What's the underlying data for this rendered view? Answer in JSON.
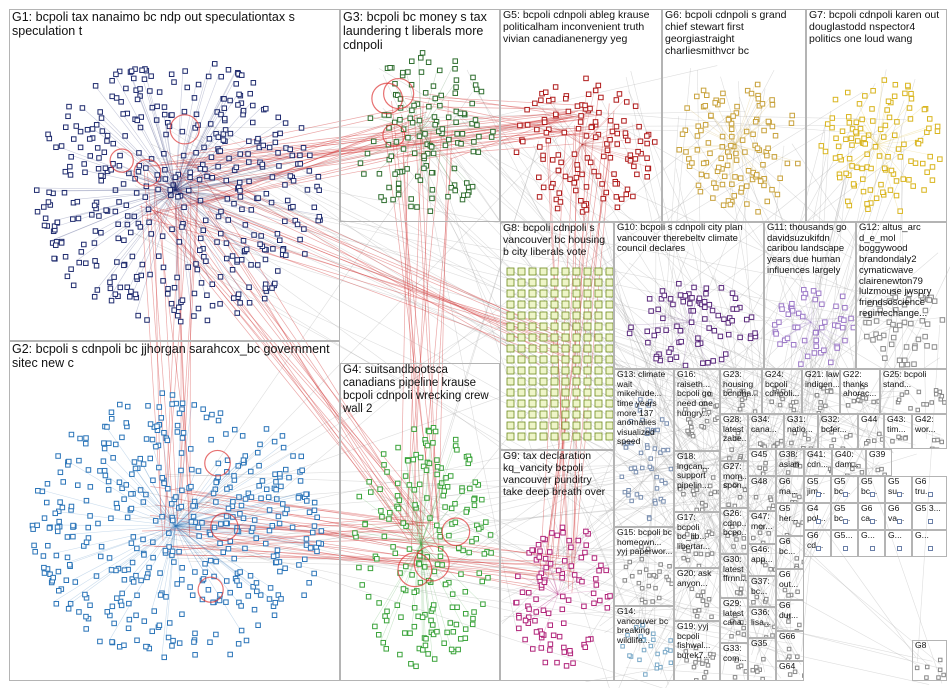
{
  "graph": {
    "groups": [
      {
        "id": "G1",
        "label": "G1: bcpoli tax nanaimo bc ndp out speculationtax s speculation t",
        "color": "#1f2b6e"
      },
      {
        "id": "G2",
        "label": "G2: bcpoli s cdnpoli bc jjhorgan sarahcox_bc government sitec new c",
        "color": "#2a74b8"
      },
      {
        "id": "G3",
        "label": "G3: bcpoli bc money s tax laundering t liberals more cdnpoli",
        "color": "#2f6e2f"
      },
      {
        "id": "G4",
        "label": "G4: suitsandbootsca canadians pipeline krause bcpoli cdnpoli wrecking crew wall 2",
        "color": "#3aa33a"
      },
      {
        "id": "G5",
        "label": "G5: bcpoli cdnpoli ableg krause politicalham inconvenient truth vivian canadianenergy yeg",
        "color": "#b01c1c"
      },
      {
        "id": "G6",
        "label": "G6: bcpoli cdnpoli s grand chief stewart first georgiastraight charliesmithvcr bc",
        "color": "#c8a23c"
      },
      {
        "id": "G7",
        "label": "G7: bcpoli cdnpoli karen out douglastodd nspector4 politics one loud wang",
        "color": "#d9b51f"
      },
      {
        "id": "G8",
        "label": "G8: bcpoli cdnpoli s vancouver bc housing b city liberals vote",
        "color": "#c9de6a"
      },
      {
        "id": "G9",
        "label": "G9: tax declaration kq_vancity bcpoli vancouver punditry take deep breath over",
        "color": "#b1247a"
      },
      {
        "id": "G10",
        "label": "G10: bcpoli s cdnpoli city plan vancouver therebeltv climate council declares",
        "color": "#5a2a7c"
      },
      {
        "id": "G11",
        "label": "G11: thousands go davidsuzukifdn caribou landscape years due human influences largely",
        "color": "#9d7ac8"
      },
      {
        "id": "G12",
        "label": "G12: altus_arc d_e_mol boggywood brandondaly2 cymaticwave clairenewton79 lulzmouse jwspry friendsoscience regimechange...",
        "color": "#8a8a8a"
      },
      {
        "id": "G13",
        "label": "G13: climate wait mikehude... time years more 137 anomalies visualized speed",
        "color": "#7a8fb0"
      },
      {
        "id": "G14",
        "label": "G14: vancouver bc breaking wildlife...",
        "color": "#7aa9c8"
      },
      {
        "id": "G15",
        "label": "G15: bcpoli bc homeown... yyj paperwor...",
        "color": "#888888"
      },
      {
        "id": "G16",
        "label": "G16: raiseth... bcpoli go need one hungry...",
        "color": "#888888"
      },
      {
        "id": "G17",
        "label": "G17: bcpoli bc_lib... libertar...",
        "color": "#888888"
      },
      {
        "id": "G18",
        "label": "G18: lngcan... support pipelin...",
        "color": "#888888"
      },
      {
        "id": "G19",
        "label": "G19: yyj bcpoli fishwal... burek7...",
        "color": "#888888"
      },
      {
        "id": "G20",
        "label": "G20: ask anyon...",
        "color": "#888888"
      },
      {
        "id": "G21",
        "label": "G21: law indigen...",
        "color": "#888888"
      },
      {
        "id": "G22",
        "label": "G22: thanks ahorac...",
        "color": "#888888"
      },
      {
        "id": "G23",
        "label": "G23: housing bcnpha...",
        "color": "#888888"
      },
      {
        "id": "G24",
        "label": "G24: bcpoli cdnpoli...",
        "color": "#888888"
      },
      {
        "id": "G25",
        "label": "G25: bcpoli stand...",
        "color": "#888888"
      },
      {
        "id": "G26",
        "label": "G26: cdnp... bcpo...",
        "color": "#888888"
      },
      {
        "id": "G27",
        "label": "G27: mom... spon...",
        "color": "#888888"
      },
      {
        "id": "G28",
        "label": "G28: latest zabe...",
        "color": "#888888"
      },
      {
        "id": "G29",
        "label": "G29: latest cana...",
        "color": "#888888"
      },
      {
        "id": "G30",
        "label": "G30: latest ffrnn...",
        "color": "#888888"
      },
      {
        "id": "G31",
        "label": "G31: natio...",
        "color": "#888888"
      },
      {
        "id": "G32",
        "label": "G32: bcfer...",
        "color": "#888888"
      },
      {
        "id": "G33",
        "label": "G33: com...",
        "color": "#888888"
      },
      {
        "id": "G34",
        "label": "G34: cana...",
        "color": "#888888"
      },
      {
        "id": "G35",
        "label": "G35",
        "color": "#888888"
      },
      {
        "id": "G36",
        "label": "G36: lisa...",
        "color": "#888888"
      },
      {
        "id": "G37",
        "label": "G37: bc...",
        "color": "#888888"
      },
      {
        "id": "G38",
        "label": "G38: asian",
        "color": "#888888"
      },
      {
        "id": "G39",
        "label": "G39",
        "color": "#888888"
      },
      {
        "id": "G40",
        "label": "G40: dam...",
        "color": "#888888"
      },
      {
        "id": "G41",
        "label": "G41: cdn...",
        "color": "#888888"
      },
      {
        "id": "G42",
        "label": "G42: wor...",
        "color": "#888888"
      },
      {
        "id": "G43",
        "label": "G43: tim...",
        "color": "#888888"
      },
      {
        "id": "G44",
        "label": "G44",
        "color": "#888888"
      },
      {
        "id": "G45",
        "label": "G45",
        "color": "#888888"
      },
      {
        "id": "G46",
        "label": "G46: app...",
        "color": "#888888"
      },
      {
        "id": "G47",
        "label": "G47: mor...",
        "color": "#888888"
      },
      {
        "id": "G48",
        "label": "G48",
        "color": "#888888"
      },
      {
        "id": "G6b",
        "label": "G6 ma...",
        "color": "#888888"
      },
      {
        "id": "G5b",
        "label": "G5 her...",
        "color": "#888888"
      },
      {
        "id": "G6c",
        "label": "G6 bc...",
        "color": "#888888"
      },
      {
        "id": "G6d",
        "label": "G6 out...",
        "color": "#888888"
      },
      {
        "id": "G6e",
        "label": "G6 dur...",
        "color": "#888888"
      },
      {
        "id": "G66",
        "label": "G66",
        "color": "#888888"
      },
      {
        "id": "G64",
        "label": "G64",
        "color": "#888888"
      },
      {
        "id": "G8b",
        "label": "G8",
        "color": "#888888"
      }
    ],
    "small_labels": [
      "G5 jim...",
      "G5 bc...",
      "G5 bc...",
      "G5 su...",
      "G6 tru...",
      "G4 pol...",
      "G5 bc...",
      "G6 ca...",
      "G6 va...",
      "G5 3...",
      "G6 cd...",
      "G5...",
      "G...",
      "G...",
      "G..."
    ]
  }
}
